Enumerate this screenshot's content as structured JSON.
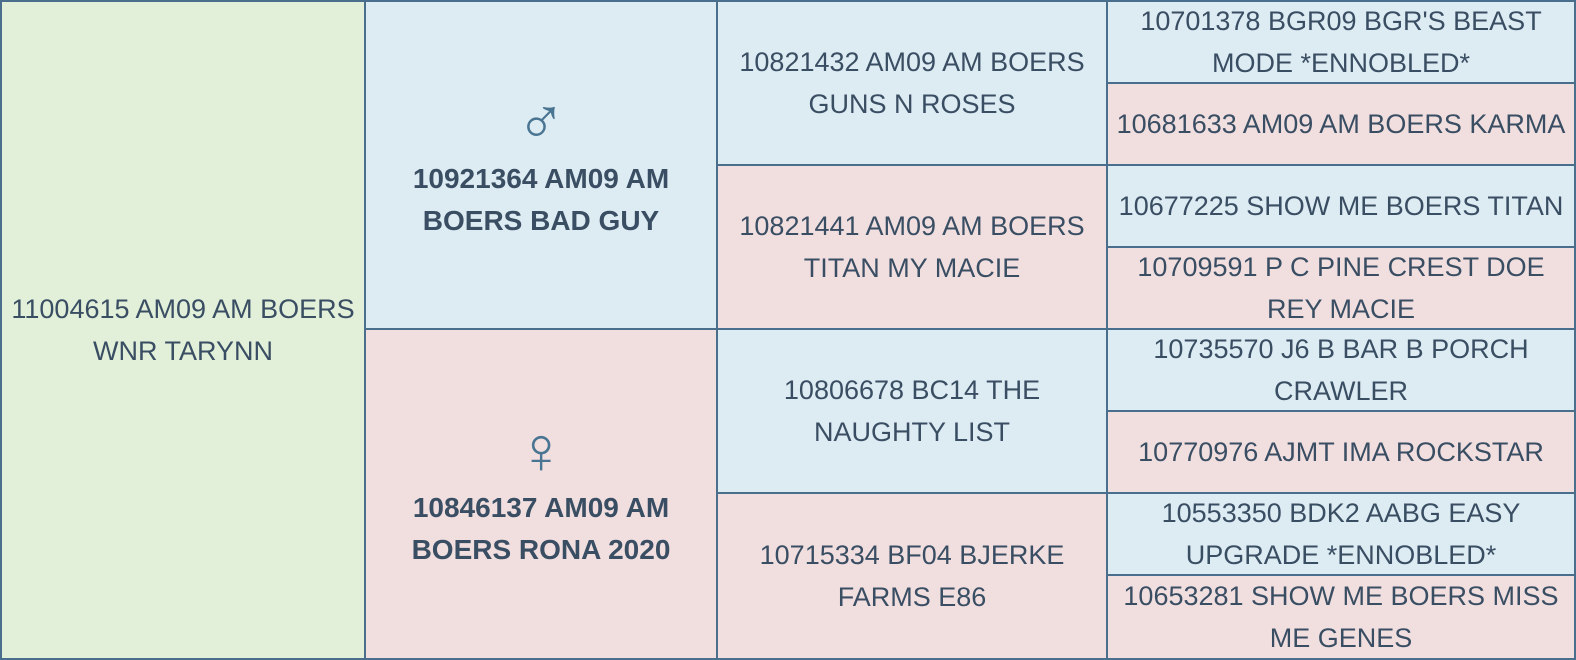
{
  "subject": {
    "name": "11004615 AM09 AM BOERS WNR TARYNN"
  },
  "sire": {
    "symbol": "♂",
    "name": "10921364 AM09 AM BOERS BAD GUY"
  },
  "dam": {
    "symbol": "♀",
    "name": "10846137 AM09 AM BOERS RONA 2020"
  },
  "grandparents": [
    {
      "name": "10821432 AM09 AM BOERS GUNS N ROSES",
      "sex": "male"
    },
    {
      "name": "10821441 AM09 AM BOERS TITAN MY MACIE",
      "sex": "female"
    },
    {
      "name": "10806678 BC14 THE NAUGHTY LIST",
      "sex": "male"
    },
    {
      "name": "10715334 BF04 BJERKE FARMS E86",
      "sex": "female"
    }
  ],
  "great_grandparents": [
    {
      "name": "10701378 BGR09 BGR'S BEAST MODE *ENNOBLED*",
      "sex": "male"
    },
    {
      "name": "10681633 AM09 AM BOERS KARMA",
      "sex": "female"
    },
    {
      "name": "10677225 SHOW ME BOERS TITAN",
      "sex": "male"
    },
    {
      "name": "10709591 P C PINE CREST DOE REY MACIE",
      "sex": "female"
    },
    {
      "name": "10735570 J6 B BAR B PORCH CRAWLER",
      "sex": "male"
    },
    {
      "name": "10770976 AJMT IMA ROCKSTAR",
      "sex": "female"
    },
    {
      "name": "10553350 BDK2 AABG EASY UPGRADE *ENNOBLED*",
      "sex": "male"
    },
    {
      "name": "10653281 SHOW ME BOERS MISS ME GENES",
      "sex": "female"
    }
  ],
  "colors": {
    "subject_bg": "#e2efd9",
    "male_bg": "#ddebf3",
    "female_bg": "#f1dfe0",
    "border": "#4a6f8c",
    "text": "#3a4e63",
    "symbol": "#4a7592"
  }
}
